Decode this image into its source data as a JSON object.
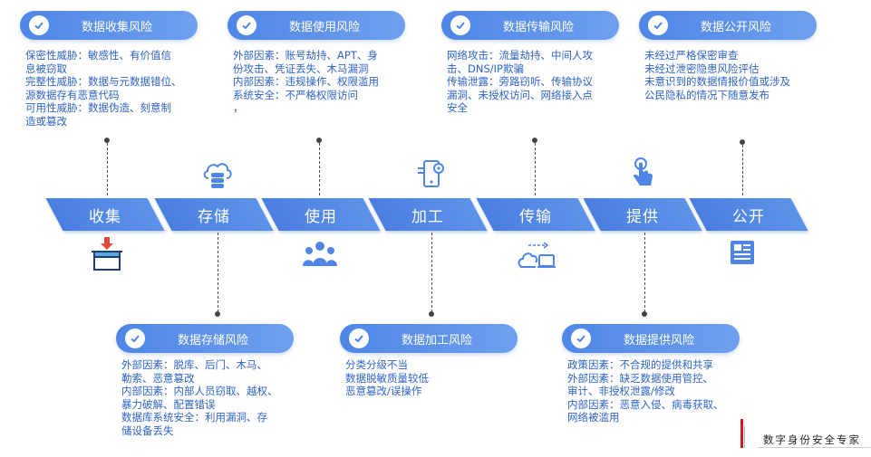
{
  "top_risks": [
    {
      "title": "数据收集风险",
      "desc": "保密性威胁：敏感性、有价值信\n息被窃取\n完整性威胁：数据与元数据错位、\n源数据存有恶意代码\n可用性威胁：数据伪造、刻意制\n造或篡改"
    },
    {
      "title": "数据使用风险",
      "desc": "外部因素：账号劫持、APT、身\n份攻击、凭证丢失、木马漏洞\n内部因素：违规操作、权限滥用\n系统安全：不严格权限访问\n，"
    },
    {
      "title": "数据传输风险",
      "desc": "网络攻击：流量劫持、中间人攻\n击、DNS/IP欺骗\n传输泄露：旁路窃听、传输协议\n漏洞、未授权访问、网络接入点\n安全"
    },
    {
      "title": "数据公开风险",
      "desc": "未经过严格保密审查\n未经过泄密隐患风险评估\n未意识到的数据情报价值或涉及\n公民隐私的情况下随意发布"
    }
  ],
  "stages": [
    "收集",
    "存储",
    "使用",
    "加工",
    "传输",
    "提供",
    "公开"
  ],
  "bottom_risks": [
    {
      "title": "数据存储风险",
      "desc": "外部因素：脱库、后门、木马、\n勒索、恶意篡改\n内部因素：内部人员窃取、越权、\n暴力破解、配置错误\n数据库系统安全：利用漏洞、存\n储设备丢失"
    },
    {
      "title": "数据加工风险",
      "desc": "分类分级不当\n数据脱敏质量较低\n恶意篡改/误操作"
    },
    {
      "title": "数据提供风险",
      "desc": "政策因素：不合规的提供和共享\n外部因素：缺乏数据使用管控、\n审计、非授权泄露/修改\n内部因素：恶意入侵、病毒获取、\n网络被滥用"
    }
  ],
  "icons": [
    "box-arrow-icon",
    "cloud-database-icon",
    "user-group-icon",
    "phone-gear-icon",
    "cloud-transfer-icon",
    "hand-touch-icon",
    "newspaper-icon"
  ],
  "brand": "数字身份安全专家",
  "colors": {
    "accent": "#4f86e6",
    "text": "#2e63c7",
    "brand_red": "#cc1f1f"
  }
}
